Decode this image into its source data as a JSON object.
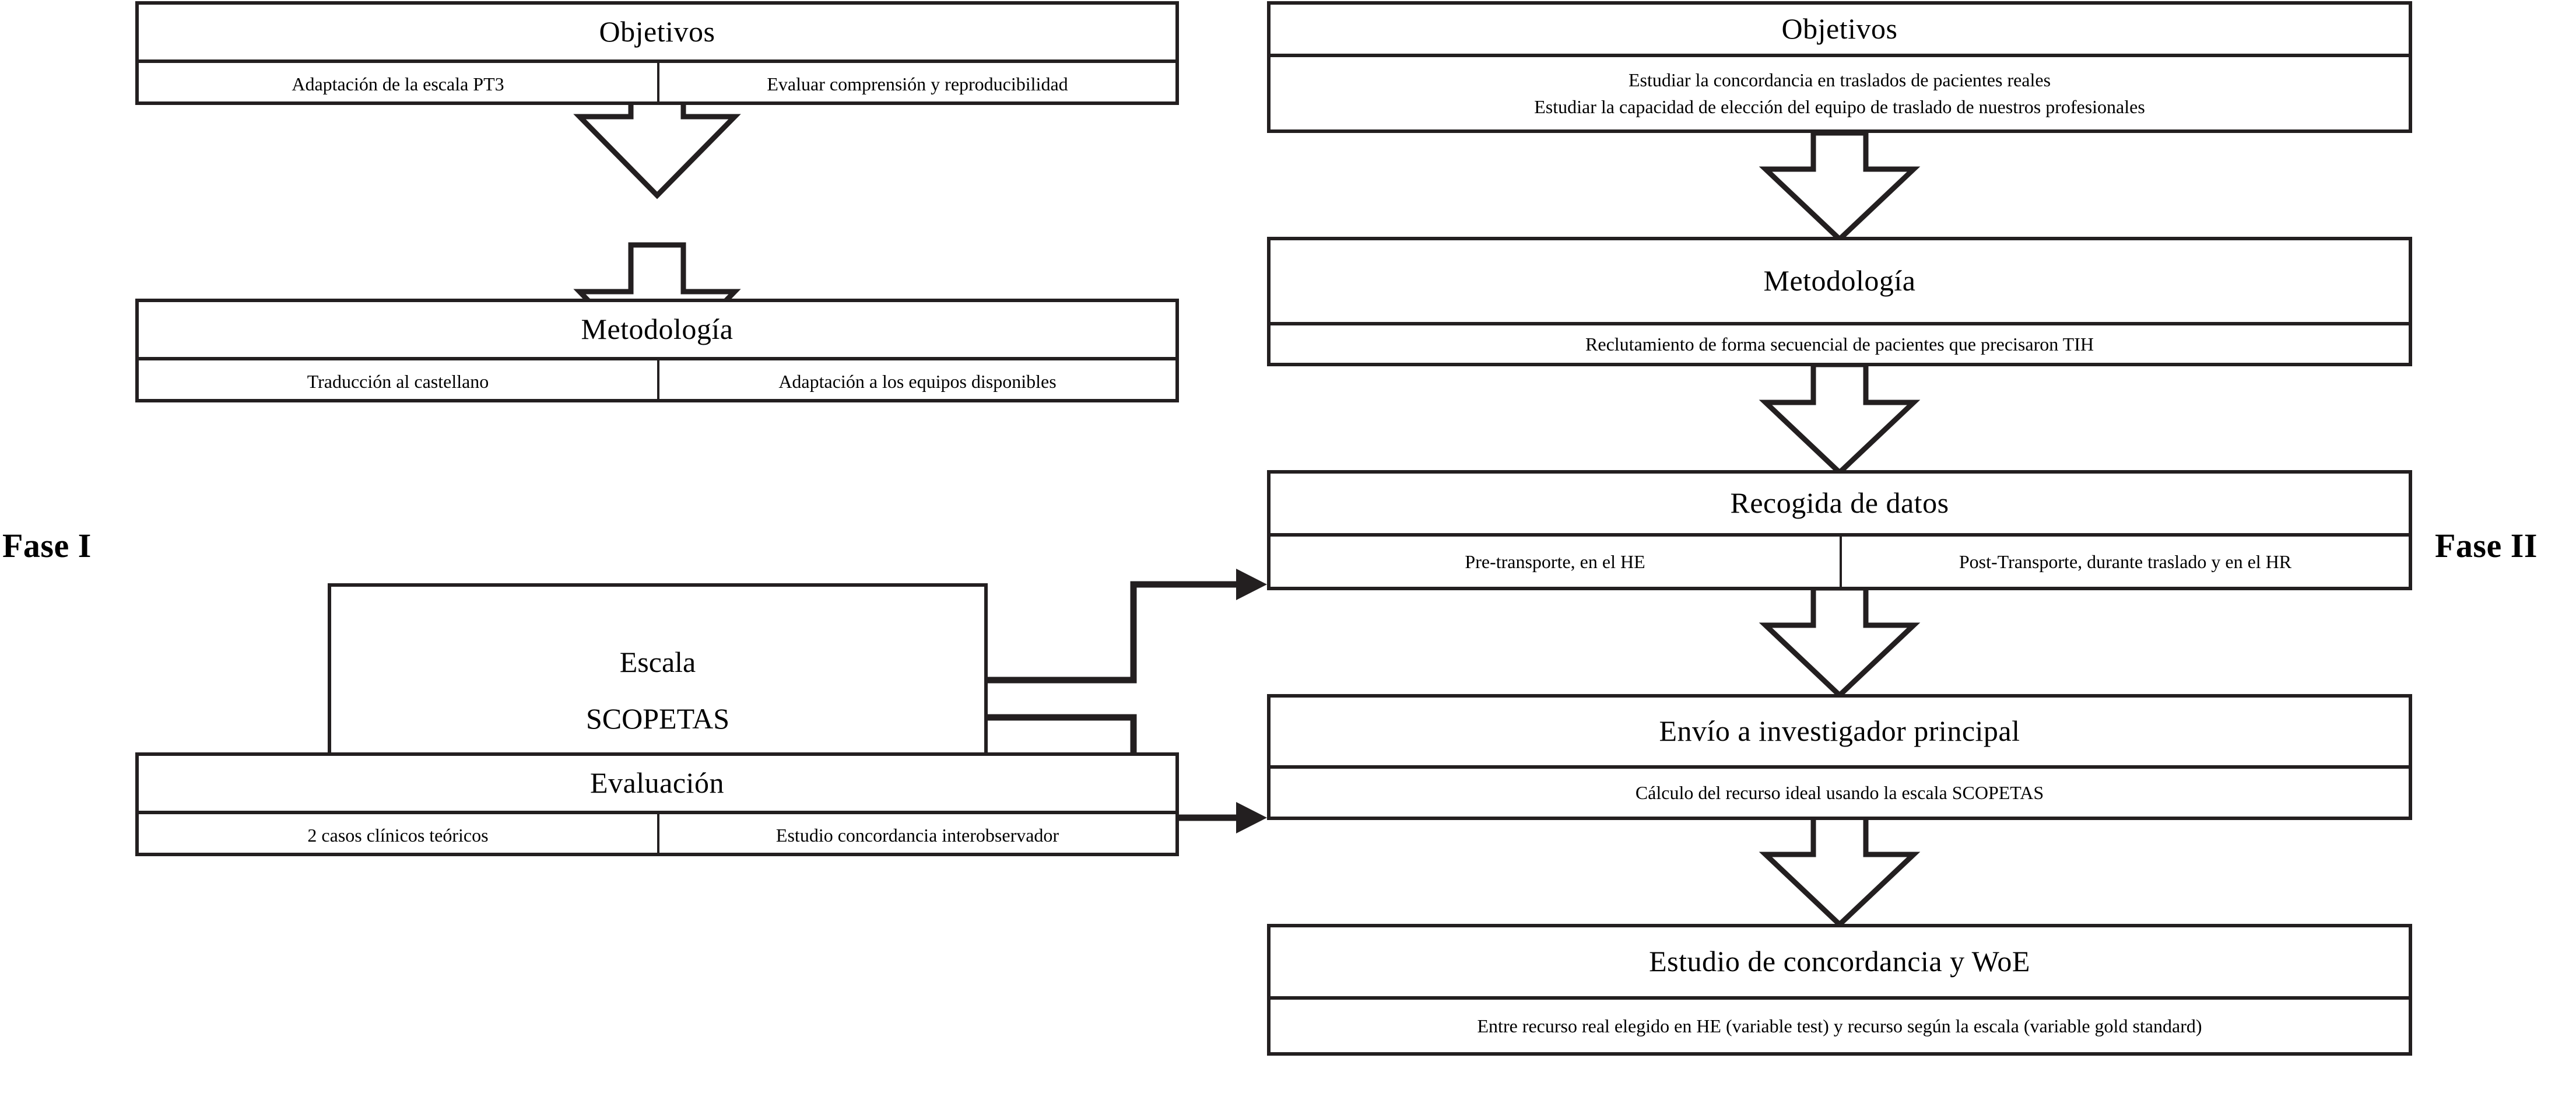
{
  "diagram": {
    "title_visible": false,
    "phase_left": {
      "label": "Fase I"
    },
    "phase_right": {
      "label": "Fase II"
    },
    "colors": {
      "stroke": "#231f20",
      "fill": "#ffffff"
    }
  },
  "phase1": {
    "label": "Fase I",
    "boxes": [
      {
        "id": "objetivos-1",
        "title": "Objetivos",
        "cells": [
          "Adaptación de la escala PT3",
          "Evaluar comprensión y reproducibilidad"
        ]
      },
      {
        "id": "metodologia-1",
        "title": "Metodología",
        "cells": [
          "Traducción al castellano",
          "Adaptación a los equipos disponibles"
        ]
      },
      {
        "id": "escala-scopetas",
        "title_line_1": "Escala",
        "title_line_2": "SCOPETAS"
      },
      {
        "id": "evaluacion",
        "title": "Evaluación",
        "cells": [
          "2 casos clínicos teóricos",
          "Estudio concordancia interobservador"
        ]
      }
    ]
  },
  "phase2": {
    "label": "Fase II",
    "boxes": [
      {
        "id": "objetivos-2",
        "title": "Objetivos",
        "lines": [
          "Estudiar la concordancia en traslados de pacientes reales",
          "Estudiar la capacidad de elección del equipo de traslado de nuestros profesionales"
        ]
      },
      {
        "id": "metodologia-2",
        "title": "Metodología",
        "lines": [
          "Reclutamiento de forma secuencial de pacientes que precisaron TIH"
        ]
      },
      {
        "id": "recogida-de-datos",
        "title": "Recogida de datos",
        "cells": [
          "Pre-transporte, en el HE",
          "Post-Transporte, durante traslado y en el HR"
        ]
      },
      {
        "id": "envio-investigador",
        "title": "Envío a investigador principal",
        "lines": [
          "Cálculo del recurso ideal usando la escala SCOPETAS"
        ]
      },
      {
        "id": "estudio-concordancia-woe",
        "title": "Estudio de concordancia y WoE",
        "lines": [
          "Entre recurso real elegido en HE (variable test) y recurso según la escala (variable gold standard)"
        ]
      }
    ]
  },
  "connectors": {
    "block_arrows": [
      {
        "from": "objetivos-1",
        "to": "metodologia-1",
        "style": "hollow-block-down"
      },
      {
        "from": "metodologia-1",
        "to": "escala-scopetas",
        "style": "hollow-block-down"
      },
      {
        "from": "escala-scopetas",
        "to": "evaluacion",
        "style": "hollow-block-down"
      },
      {
        "from": "objetivos-2",
        "to": "metodologia-2",
        "style": "hollow-block-down"
      },
      {
        "from": "metodologia-2",
        "to": "recogida-de-datos",
        "style": "hollow-block-down"
      },
      {
        "from": "recogida-de-datos",
        "to": "envio-investigador",
        "style": "hollow-block-down"
      },
      {
        "from": "envio-investigador",
        "to": "estudio-concordancia-woe",
        "style": "hollow-block-down"
      }
    ],
    "line_arrows": [
      {
        "from": "escala-scopetas",
        "to": "recogida-de-datos",
        "style": "elbow-up-right"
      },
      {
        "from": "escala-scopetas",
        "to": "envio-investigador",
        "style": "elbow-down-right"
      }
    ]
  }
}
